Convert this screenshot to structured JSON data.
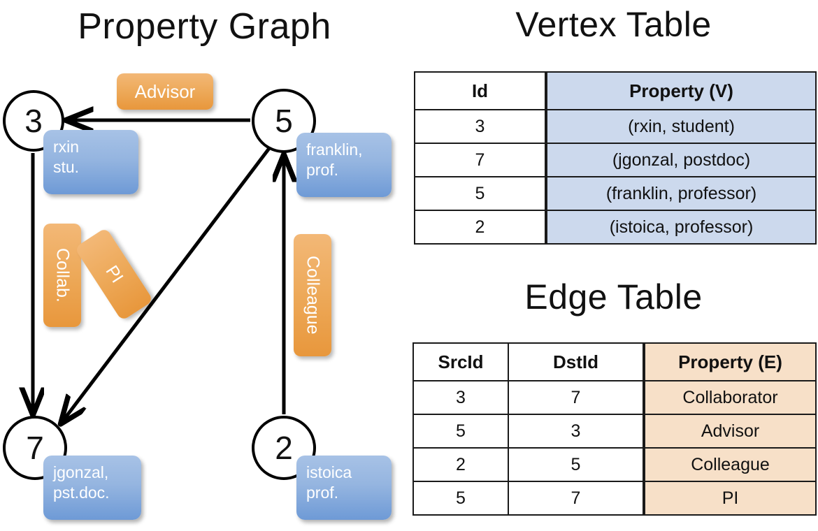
{
  "titles": {
    "property_graph": "Property Graph",
    "vertex_table": "Vertex Table",
    "edge_table": "Edge Table"
  },
  "colors": {
    "vertex_property_fill": "#ccd9ed",
    "edge_property_fill": "#f7e0c8",
    "node_box_blue": "#95b5e0",
    "edge_label_orange": "#eda959",
    "stroke": "#000000"
  },
  "graph": {
    "nodes": [
      {
        "id": "3",
        "property_line1": "rxin",
        "property_line2": "stu."
      },
      {
        "id": "5",
        "property_line1": "franklin,",
        "property_line2": "prof."
      },
      {
        "id": "7",
        "property_line1": "jgonzal,",
        "property_line2": "pst.doc."
      },
      {
        "id": "2",
        "property_line1": "istoica",
        "property_line2": "prof."
      }
    ],
    "edge_labels": [
      {
        "name": "advisor",
        "text": "Advisor",
        "orientation": "horizontal"
      },
      {
        "name": "collab",
        "text": "Collab.",
        "orientation": "vertical"
      },
      {
        "name": "pi",
        "text": "PI",
        "orientation": "vertical-rotated"
      },
      {
        "name": "colleague",
        "text": "Colleague",
        "orientation": "vertical"
      }
    ]
  },
  "vertex_table": {
    "headers": [
      "Id",
      "Property (V)"
    ],
    "rows": [
      {
        "id": "3",
        "property": "(rxin, student)"
      },
      {
        "id": "7",
        "property": "(jgonzal, postdoc)"
      },
      {
        "id": "5",
        "property": "(franklin, professor)"
      },
      {
        "id": "2",
        "property": "(istoica, professor)"
      }
    ]
  },
  "edge_table": {
    "headers": [
      "SrcId",
      "DstId",
      "Property (E)"
    ],
    "rows": [
      {
        "src": "3",
        "dst": "7",
        "property": "Collaborator"
      },
      {
        "src": "5",
        "dst": "3",
        "property": "Advisor"
      },
      {
        "src": "2",
        "dst": "5",
        "property": "Colleague"
      },
      {
        "src": "5",
        "dst": "7",
        "property": "PI"
      }
    ]
  }
}
